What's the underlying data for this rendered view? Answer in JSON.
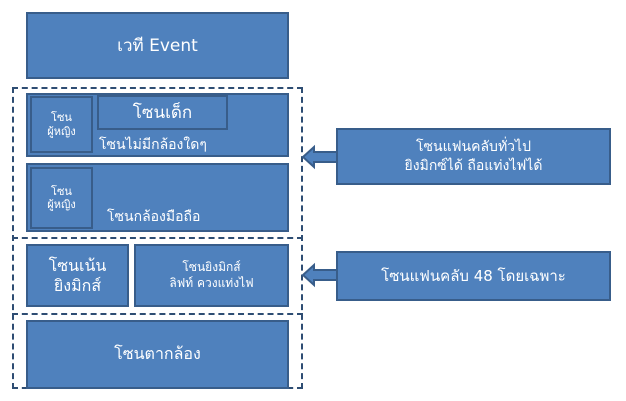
{
  "stage": "เวที Event",
  "zone_no_camera": {
    "women": "โซน\nผู้หญิง",
    "kids": "โซนเด็ก",
    "label": "โซนไม่มีกล้องใดๆ"
  },
  "zone_mobile": {
    "women": "โซน\nผู้หญิง",
    "label": "โซนกล้องมือถือ"
  },
  "zone_mix": {
    "label": "โซนเน้น\nยิงมิกส์"
  },
  "zone_mix_lift": {
    "label": "โซนยิงมิกส์\nลิฟท์ ควงแท่งไฟ"
  },
  "zone_camera": {
    "label": "โซนตากล้อง"
  },
  "callout_general": "โซนแฟนคลับทั่วไป\nยิงมิกซ์ได้ ถือแท่งไฟได้",
  "callout_48": "โซนแฟนคลับ 48 โดยเฉพาะ",
  "colors": {
    "fill": "#4F81BD",
    "border": "#385D8A"
  }
}
